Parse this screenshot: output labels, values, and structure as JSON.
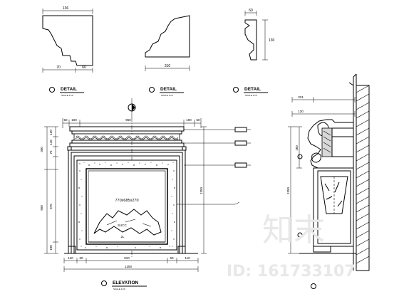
{
  "details": [
    {
      "title": "DETAIL",
      "scale": "SCALE 1:10",
      "top_dim": "136",
      "bottom_dims": [
        "70",
        "60"
      ],
      "side_dim": ""
    },
    {
      "title": "DETAIL",
      "scale": "SCALE 1:10",
      "top_dim": "",
      "bottom_dims": [
        "310"
      ],
      "side_dim": ""
    },
    {
      "title": "DETAIL",
      "scale": "SCALE 1:10",
      "top_dim": "60",
      "bottom_dims": [],
      "side_dim": "130"
    }
  ],
  "elevation": {
    "title": "ELEVATION",
    "scale": "SCALE 1:20",
    "top_dims": [
      "50",
      "100",
      "950",
      "100",
      "50"
    ],
    "overall_width": "1250",
    "bottom_dims": [
      "110",
      "60",
      "910",
      "60",
      "110"
    ],
    "left_dims": [
      "300",
      "120",
      "145",
      "75",
      "900",
      "675",
      "100"
    ],
    "right_dims": [
      "1350"
    ],
    "firebox_label": "770x685x270",
    "firebox_note": "SUCC.",
    "firebox_note2": "2L"
  },
  "section": {
    "top_dims": [
      "331",
      "130"
    ],
    "left_dims": [
      "160",
      "1350"
    ]
  },
  "watermark": {
    "logo_text": "知末",
    "id_text": "ID: 161733107"
  }
}
